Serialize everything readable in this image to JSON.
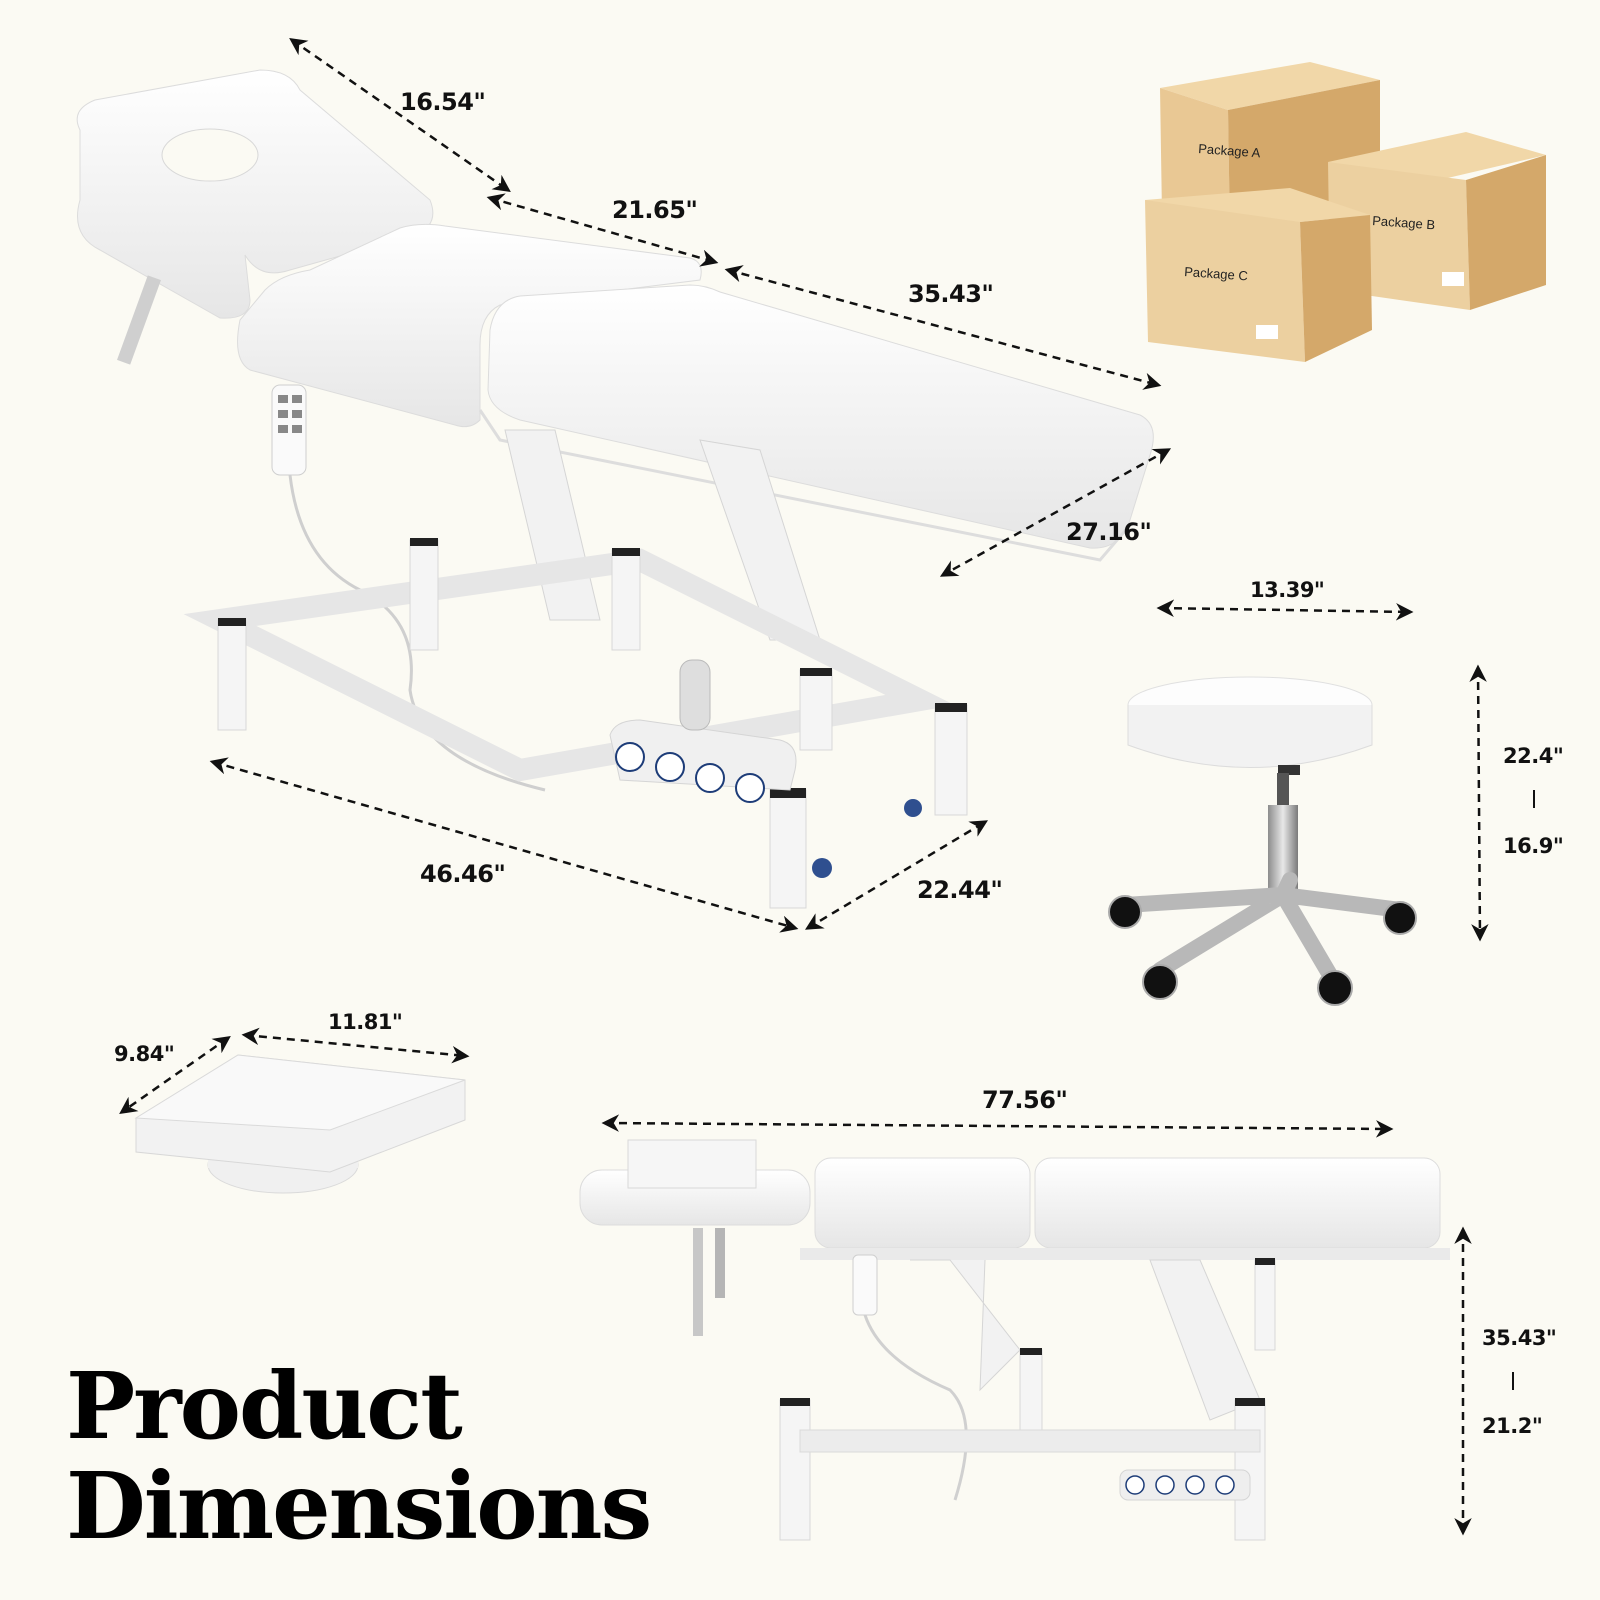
{
  "title": {
    "line1": "Product",
    "line2": "Dimensions"
  },
  "massage_table_top_view": {
    "head_section_length": "16.54\"",
    "middle_section_length": "21.65\"",
    "foot_section_length": "35.43\"",
    "table_width": "27.16\"",
    "base_length": "46.46\"",
    "base_width": "22.44\""
  },
  "packages": {
    "labels": [
      "Package A",
      "Package B",
      "Package C"
    ]
  },
  "stool": {
    "seat_diameter": "13.39\"",
    "height_max": "22.4\"",
    "height_min": "16.9\""
  },
  "face_cushion": {
    "depth": "9.84\"",
    "width": "11.81\""
  },
  "massage_table_side_view": {
    "total_length": "77.56\"",
    "height_max": "35.43\"",
    "height_min": "21.2\""
  },
  "colors": {
    "background": "#fbfaf3",
    "box_front": "#e9c894",
    "box_side": "#d4a86a",
    "box_top": "#f1d7a8",
    "table_white": "#f4f4f4"
  }
}
